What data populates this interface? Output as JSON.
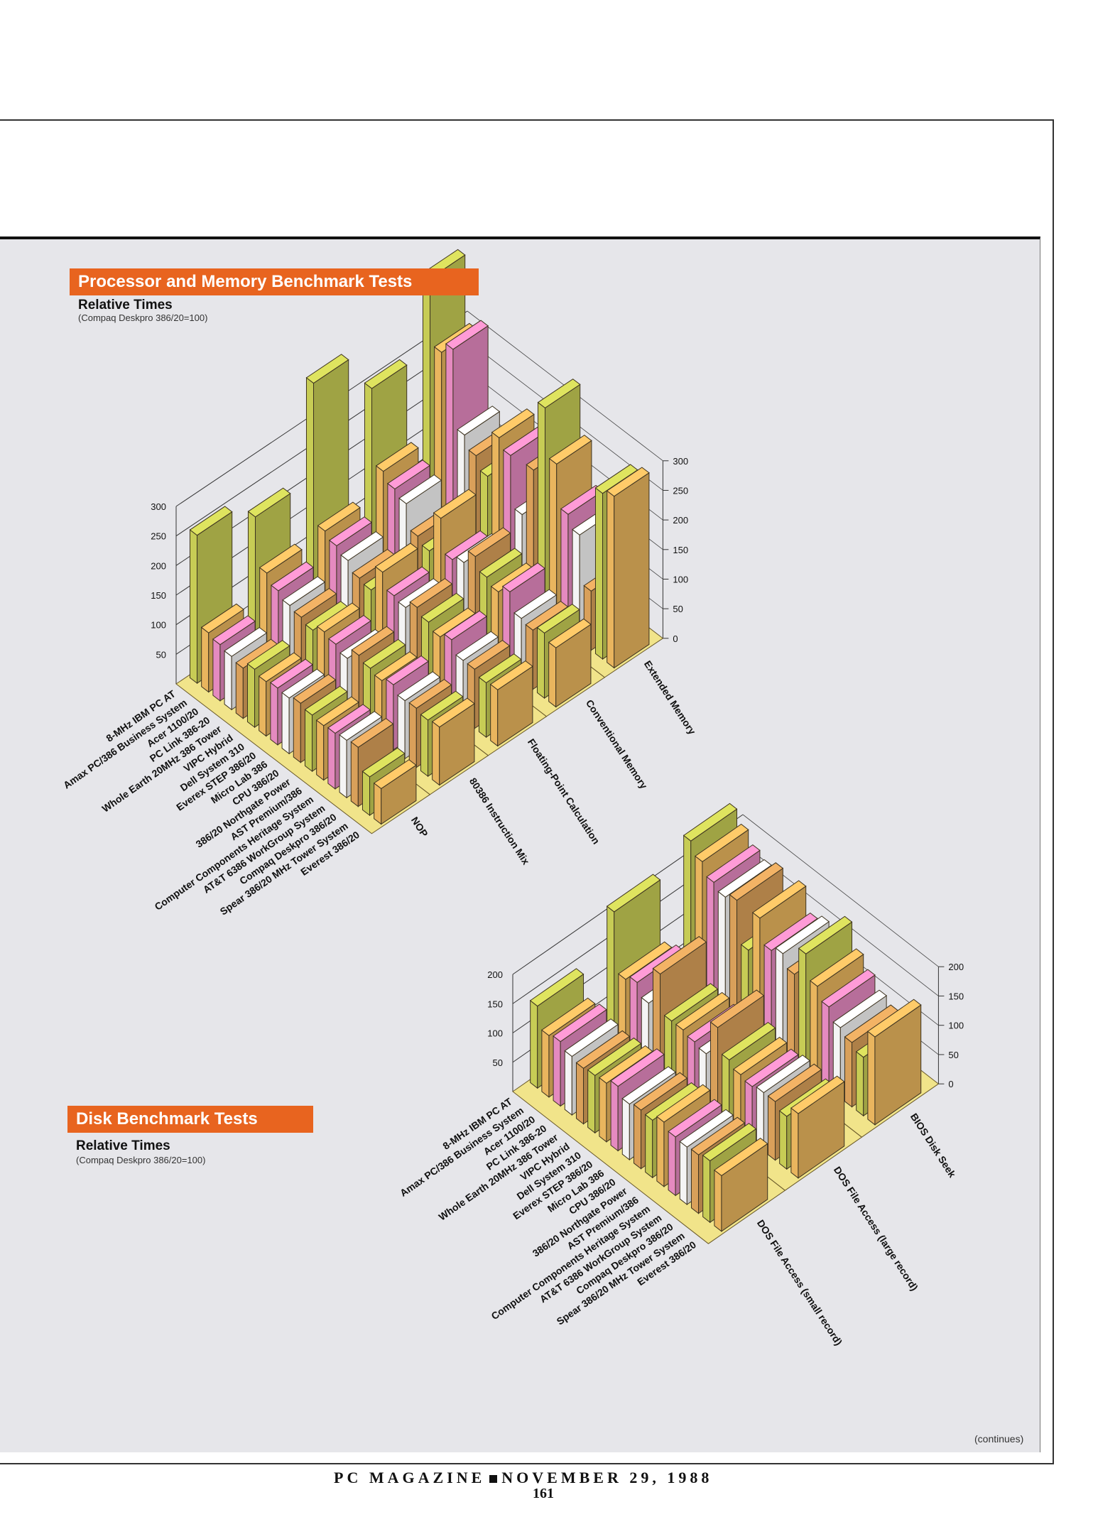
{
  "page": {
    "continues_label": "(continues)",
    "footer_magazine": "PC MAGAZINE",
    "footer_date": "NOVEMBER 29, 1988",
    "page_number": "161"
  },
  "colors": {
    "title_bg": "#e8641f",
    "panel_bg": "#e6e6ea",
    "bar_palette": [
      "#c7cc55",
      "#e9b55e",
      "#e58ac0",
      "#f4f4f4",
      "#d9a05a"
    ]
  },
  "chart_data": [
    {
      "type": "bar",
      "subtype": "3d-bar",
      "title": "Processor and Memory Benchmark Tests",
      "subtitle": "Relative Times",
      "note": "(Compaq Deskpro 386/20=100)",
      "value_axis_ticks": [
        "50",
        "100",
        "150",
        "200",
        "250",
        "300"
      ],
      "right_axis_ticks": [
        "0",
        "50",
        "100",
        "150",
        "200",
        "250",
        "300"
      ],
      "ylim": [
        0,
        300
      ],
      "categories": [
        "8-MHz IBM PC AT",
        "Amax PC/386 Business System",
        "Acer 1100/20",
        "PC Link 386-20",
        "Whole Earth 20MHz 386 Tower",
        "VIPC Hybrid",
        "Dell System 310",
        "Everex STEP 386/20",
        "Micro Lab 386",
        "CPU 386/20",
        "386/20 Northgate Power",
        "AST Premium/386",
        "Computer Components Heritage System",
        "AT&T 6386 WorkGroup System",
        "Compaq Deskpro 386/20",
        "Spear 386/20 MHz Tower System",
        "Everest 386/20"
      ],
      "series": [
        {
          "name": "NOP",
          "values": [
            250,
            100,
            95,
            90,
            85,
            98,
            92,
            96,
            94,
            100,
            95,
            92,
            94,
            97,
            100,
            65,
            60
          ]
        },
        {
          "name": "80386 Instruction Mix",
          "values": [
            215,
            135,
            120,
            110,
            105,
            98,
            110,
            104,
            95,
            115,
            108,
            102,
            110,
            98,
            100,
            95,
            98
          ]
        },
        {
          "name": "Floating-Point Calculation",
          "values": [
            375,
            140,
            130,
            120,
            105,
            100,
            145,
            120,
            115,
            130,
            120,
            110,
            120,
            100,
            100,
            92,
            95
          ]
        },
        {
          "name": "Conventional Memory",
          "values": [
            300,
            175,
            160,
            150,
            110,
            100,
            170,
            115,
            125,
            150,
            130,
            120,
            135,
            105,
            100,
            110,
            100
          ]
        },
        {
          "name": "Extended Memory",
          "values": [
            420,
            310,
            330,
            200,
            180,
            160,
            240,
            225,
            140,
            230,
            350,
            270,
            200,
            180,
            100,
            280,
            290
          ]
        }
      ]
    },
    {
      "type": "bar",
      "subtype": "3d-bar",
      "title": "Disk Benchmark Tests",
      "subtitle": "Relative Times",
      "note": "(Compaq Deskpro 386/20=100)",
      "value_axis_ticks": [
        "50",
        "100",
        "150",
        "200"
      ],
      "right_axis_ticks": [
        "0",
        "50",
        "100",
        "150",
        "200"
      ],
      "ylim": [
        0,
        200
      ],
      "categories": [
        "8-MHz IBM PC AT",
        "Amax PC/386 Business System",
        "Acer 1100/20",
        "PC Link 386-20",
        "Whole Earth 20MHz 386 Tower",
        "VIPC Hybrid",
        "Dell System 310",
        "Everex STEP 386/20",
        "Micro Lab 386",
        "CPU 386/20",
        "386/20 Northgate Power",
        "AST Premium/386",
        "Computer Components Heritage System",
        "AT&T 6386 WorkGroup System",
        "Compaq Deskpro 386/20",
        "Spear 386/20 MHz Tower System",
        "Everest 386/20"
      ],
      "series": [
        {
          "name": "DOS File Access (small record)",
          "values": [
            140,
            105,
            110,
            100,
            95,
            98,
            100,
            110,
            95,
            100,
            98,
            110,
            100,
            98,
            100,
            105,
            95
          ]
        },
        {
          "name": "DOS File Access (large record)",
          "values": [
            210,
            110,
            120,
            100,
            165,
            100,
            100,
            95,
            90,
            150,
            110,
            100,
            95,
            100,
            100,
            90,
            110
          ]
        },
        {
          "name": "BIOS Disk Seek",
          "values": [
            240,
            220,
            200,
            190,
            200,
            130,
            200,
            160,
            170,
            150,
            200,
            160,
            140,
            120,
            110,
            100,
            150
          ]
        }
      ]
    }
  ]
}
